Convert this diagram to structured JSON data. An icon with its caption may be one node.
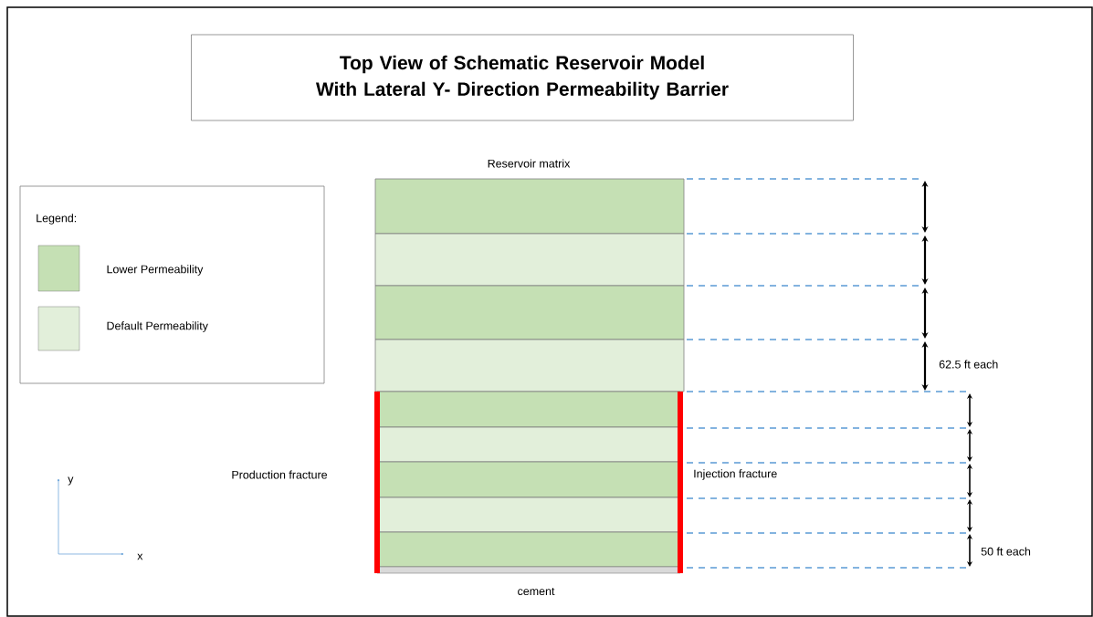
{
  "diagram": {
    "title": "Top View of Schematic Reservoir Model With Lateral Y- Direction Permeability Barrier",
    "labels": [
      "Legend:",
      "Reservoir matrix",
      "62.5 ft each",
      "Production fracture",
      "Injection fracture",
      "50 ft each",
      "y",
      "x",
      "cement"
    ],
    "legend": [
      {
        "text": "Lower Permeability",
        "color": "#c5e0b4"
      },
      {
        "text": "Default Permeability",
        "color": "#e2efda"
      }
    ]
  }
}
